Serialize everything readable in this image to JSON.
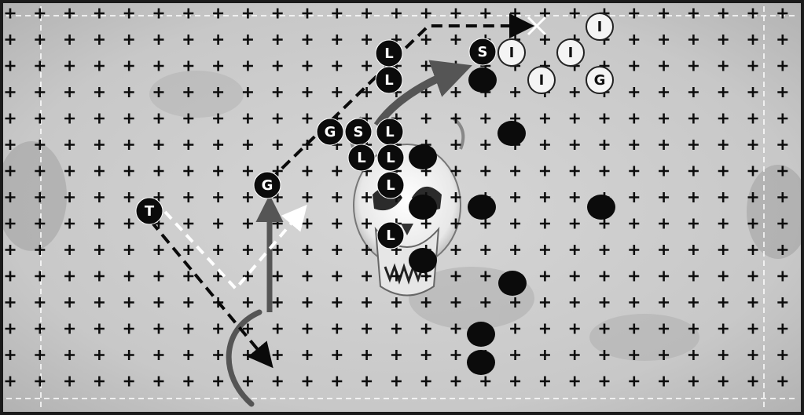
{
  "board": {
    "background": "#cfcfcf",
    "border_color": "#1a1a1a",
    "grid_color": "#0d0d0d",
    "sideline_color": "#ffffff"
  },
  "colors": {
    "dark_piece": "#0b0b0b",
    "dark_piece_text": "#ffffff",
    "light_piece": "#f4f4f4",
    "light_piece_text": "#111111",
    "dashed_black": "#0a0a0a",
    "dashed_white": "#ffffff",
    "solid_arrow": "#555555"
  },
  "pieces": {
    "dark_t": "T",
    "dark_g1": "G",
    "dark_g2": "G",
    "dark_s1": "S",
    "dark_s2": "S",
    "dark_l1": "L",
    "dark_l2": "L",
    "dark_l3": "L",
    "dark_l4": "L",
    "dark_l5": "L",
    "dark_l6": "L",
    "dark_l7": "L",
    "light_i1": "I",
    "light_i2": "I",
    "light_i3": "I",
    "light_i4": "I",
    "light_g": "G"
  },
  "icons": {
    "skull_logo": "skull-icon",
    "tackle_marker": "x-mark-icon"
  }
}
